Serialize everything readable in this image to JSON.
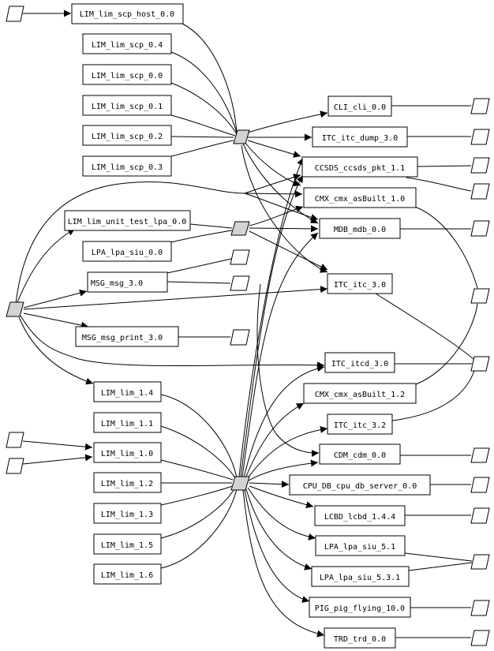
{
  "diagram": {
    "type": "dependency-graph",
    "colors": {
      "background": "#ffffff",
      "stroke": "#000000",
      "hub_fill": "#d3d3d3",
      "box_fill": "#ffffff"
    },
    "nodes": [
      {
        "id": "LIM_lim_scp_host_0.0",
        "label": "LIM_lim_scp_host_0.0"
      },
      {
        "id": "LIM_lim_scp_0.4",
        "label": "LIM_lim_scp_0.4"
      },
      {
        "id": "LIM_lim_scp_0.0",
        "label": "LIM_lim_scp_0.0"
      },
      {
        "id": "LIM_lim_scp_0.1",
        "label": "LIM_lim_scp_0.1"
      },
      {
        "id": "LIM_lim_scp_0.2",
        "label": "LIM_lim_scp_0.2"
      },
      {
        "id": "LIM_lim_scp_0.3",
        "label": "LIM_lim_scp_0.3"
      },
      {
        "id": "LIM_lim_unit_test_lpa_0.0",
        "label": "LIM_lim_unit_test_lpa_0.0"
      },
      {
        "id": "LPA_lpa_siu_0.0",
        "label": "LPA_lpa_siu_0.0"
      },
      {
        "id": "MSG_msg_3.0",
        "label": "MSG_msg_3.0"
      },
      {
        "id": "MSG_msg_print_3.0",
        "label": "MSG_msg_print_3.0"
      },
      {
        "id": "LIM_lim_1.4",
        "label": "LIM_lim_1.4"
      },
      {
        "id": "LIM_lim_1.1",
        "label": "LIM_lim_1.1"
      },
      {
        "id": "LIM_lim_1.0",
        "label": "LIM_lim_1.0"
      },
      {
        "id": "LIM_lim_1.2",
        "label": "LIM_lim_1.2"
      },
      {
        "id": "LIM_lim_1.3",
        "label": "LIM_lim_1.3"
      },
      {
        "id": "LIM_lim_1.5",
        "label": "LIM_lim_1.5"
      },
      {
        "id": "LIM_lim_1.6",
        "label": "LIM_lim_1.6"
      },
      {
        "id": "CLI_cli_0.0",
        "label": "CLI_cli_0.0"
      },
      {
        "id": "ITC_itc_dump_3.0",
        "label": "ITC_itc_dump_3.0"
      },
      {
        "id": "CCSDS_ccsds_pkt_1.1",
        "label": "CCSDS_ccsds_pkt_1.1"
      },
      {
        "id": "CMX_cmx_asBuilt_1.0",
        "label": "CMX_cmx_asBuilt_1.0"
      },
      {
        "id": "MDB_mdb_0.0",
        "label": "MDB_mdb_0.0"
      },
      {
        "id": "ITC_itc_3.0",
        "label": "ITC_itc_3.0"
      },
      {
        "id": "ITC_itcd_3.0",
        "label": "ITC_itcd_3.0"
      },
      {
        "id": "CMX_cmx_asBuilt_1.2",
        "label": "CMX_cmx_asBuilt_1.2"
      },
      {
        "id": "ITC_itc_3.2",
        "label": "ITC_itc_3.2"
      },
      {
        "id": "CDM_cdm_0.0",
        "label": "CDM_cdm_0.0"
      },
      {
        "id": "CPU_DB_cpu_db_server_0.0",
        "label": "CPU_DB_cpu_db_server_0.0"
      },
      {
        "id": "LCBD_lcbd_1.4.4",
        "label": "LCBD_lcbd_1.4.4"
      },
      {
        "id": "LPA_lpa_siu_5.1",
        "label": "LPA_lpa_siu_5.1"
      },
      {
        "id": "LPA_lpa_siu_5.3.1",
        "label": "LPA_lpa_siu_5.3.1"
      },
      {
        "id": "PIG_pig_flying_10.0",
        "label": "PIG_pig_flying_10.0"
      },
      {
        "id": "TRD_trd_0.0",
        "label": "TRD_trd_0.0"
      }
    ],
    "hub_nodes": [
      "hub-scp",
      "hub-lpa",
      "hub-left",
      "hub-lim"
    ],
    "port_nodes": [
      "port-top-left",
      "port-lim-a",
      "port-lim-b",
      "port-msg-a",
      "port-msg-b",
      "port-msg-print",
      "port-cli",
      "port-itc-dump",
      "port-ccsds",
      "port-ccsds-b",
      "port-mdb",
      "port-itc-mid",
      "port-itcd",
      "port-cdm",
      "port-cpu-db",
      "port-lcbd",
      "port-lpa-siu-5",
      "port-pig",
      "port-trd"
    ]
  }
}
